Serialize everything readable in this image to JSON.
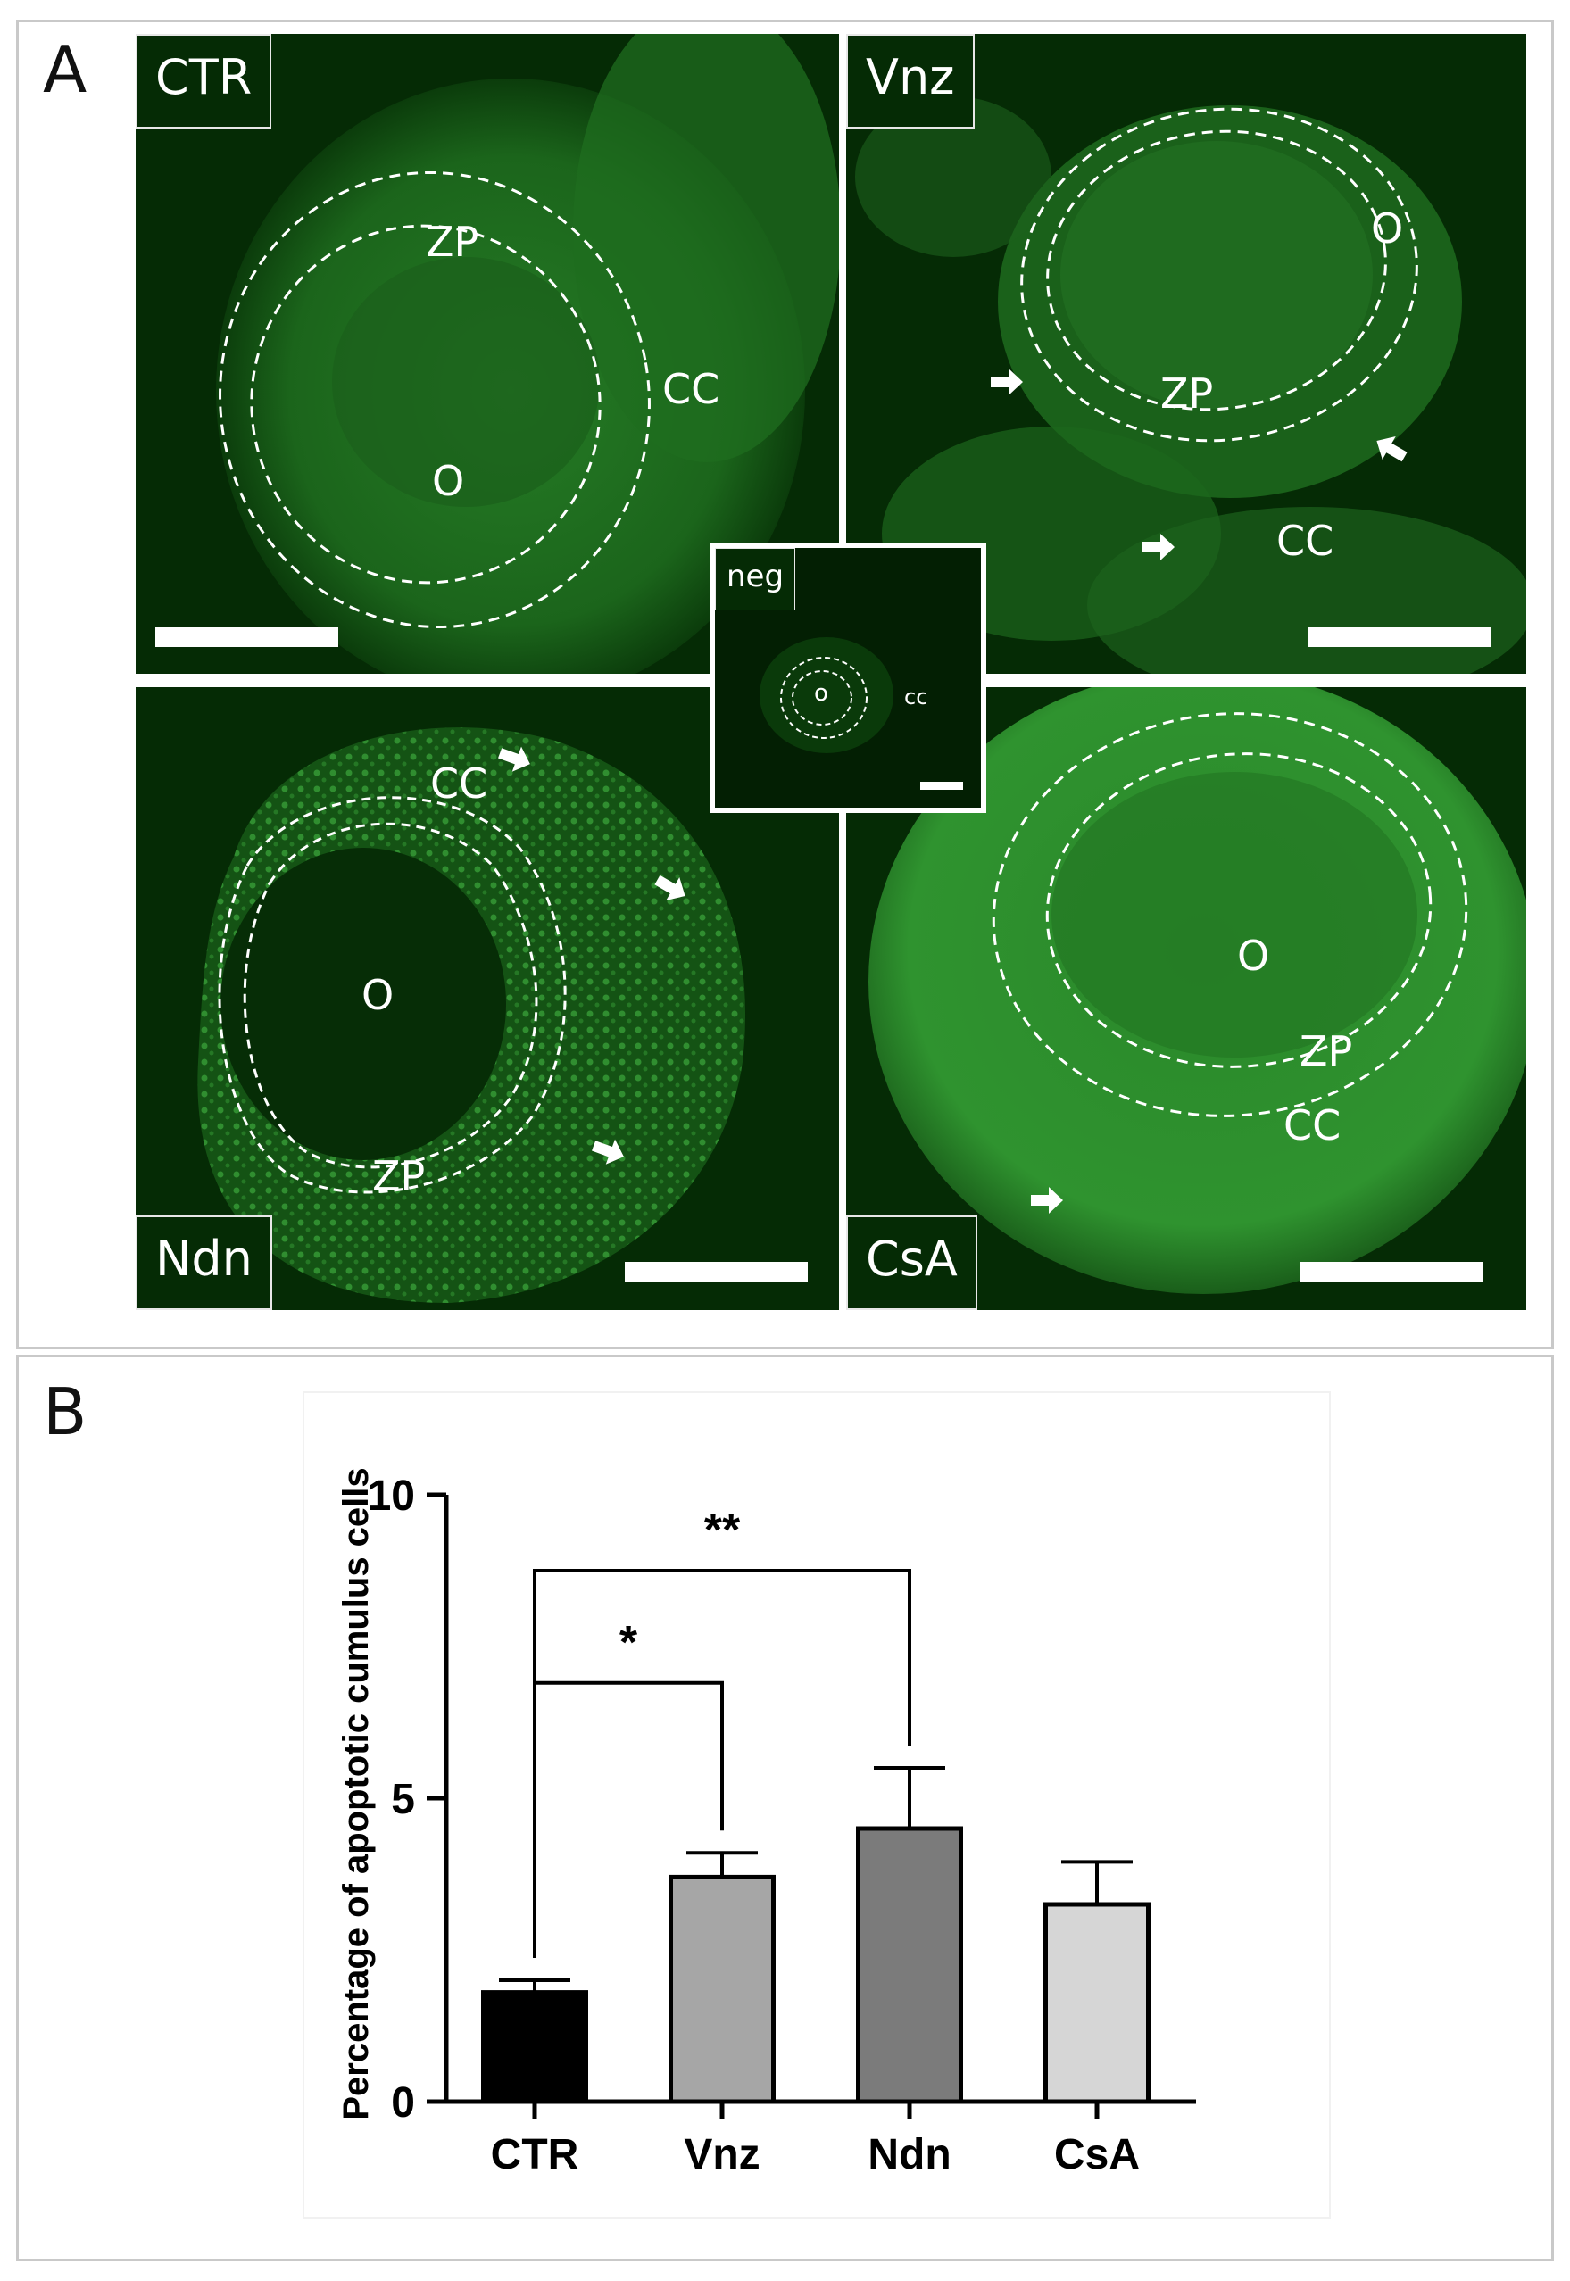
{
  "figure": {
    "panel_a_letter": "A",
    "panel_b_letter": "B"
  },
  "micrographs": {
    "ctr": {
      "tag": "CTR",
      "labels": [
        "ZP",
        "CC",
        "O"
      ]
    },
    "vnz": {
      "tag": "Vnz",
      "labels": [
        "O",
        "ZP",
        "CC"
      ]
    },
    "ndn": {
      "tag": "Ndn",
      "labels": [
        "CC",
        "O",
        "ZP"
      ]
    },
    "csa": {
      "tag": "CsA",
      "labels": [
        "O",
        "ZP",
        "CC"
      ]
    },
    "neg": {
      "tag": "neg",
      "labels": [
        "o",
        "cc"
      ]
    }
  },
  "colors": {
    "micrograph_background": "#052b05",
    "fluorescence": "#2f8f2f",
    "CTR": "#000000",
    "Vnz": "#a6a6a6",
    "Ndn": "#7b7b7b",
    "CsA": "#d6d6d6"
  },
  "chart_data": {
    "type": "bar",
    "categories": [
      "CTR",
      "Vnz",
      "Ndn",
      "CsA"
    ],
    "values": [
      1.8,
      3.7,
      4.5,
      3.25
    ],
    "errors": [
      0.2,
      0.4,
      1.0,
      0.7
    ],
    "bar_colors": [
      "#000000",
      "#a6a6a6",
      "#7b7b7b",
      "#d6d6d6"
    ],
    "ylabel": "Percentage of apoptotic cumulus cells",
    "xlabel": "",
    "ylim": [
      0,
      10
    ],
    "yticks": [
      0,
      5,
      10
    ],
    "ytick_labels": [
      "0",
      "5",
      "10"
    ],
    "grid": false,
    "significance": [
      {
        "from": "CTR",
        "to": "Vnz",
        "label": "*"
      },
      {
        "from": "CTR",
        "to": "Ndn",
        "label": "**"
      }
    ]
  }
}
